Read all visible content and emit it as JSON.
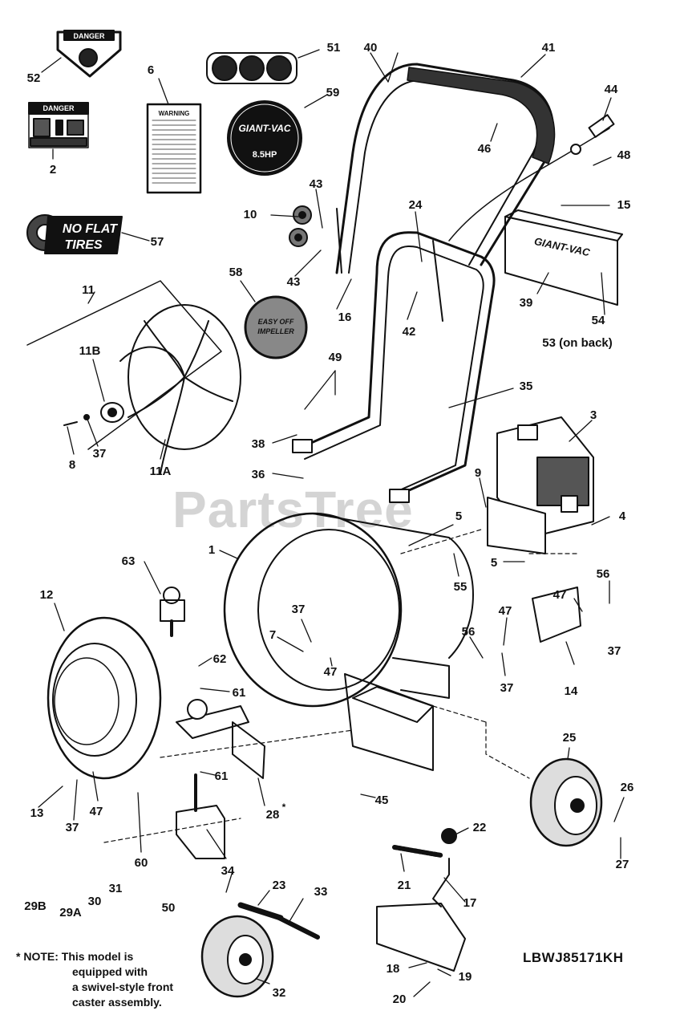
{
  "diagram": {
    "model_number": "LBWJ85171KH",
    "watermark": "PartsTree",
    "note": {
      "marker": "* NOTE:",
      "line1": "This model is",
      "line2": "equipped with",
      "line3": "a swivel-style front",
      "line4": "caster assembly."
    },
    "decals": {
      "danger_top": "DANGER",
      "danger_box": "DANGER",
      "warning": "WARNING",
      "giant_vac_round": "GIANT-VAC",
      "hp": "8.5HP",
      "no_flat_line1": "NO FLAT",
      "no_flat_line2": "TIRES",
      "easy_line1": "EASY OFF",
      "easy_line2": "IMPELLER",
      "giant_vac_guard": "GIANT-VAC"
    },
    "callouts": {
      "n1": "1",
      "n2": "2",
      "n3": "3",
      "n4": "4",
      "n5a": "5",
      "n5b": "5",
      "n6": "6",
      "n7": "7",
      "n8": "8",
      "n9": "9",
      "n10": "10",
      "n11": "11",
      "n11A": "11A",
      "n11B": "11B",
      "n12": "12",
      "n13": "13",
      "n14": "14",
      "n15": "15",
      "n16": "16",
      "n17": "17",
      "n18": "18",
      "n19": "19",
      "n20": "20",
      "n21": "21",
      "n22": "22",
      "n23": "23",
      "n24": "24",
      "n25": "25",
      "n26": "26",
      "n27": "27",
      "n28": "28",
      "n29A": "29A",
      "n29B": "29B",
      "n30": "30",
      "n31": "31",
      "n32": "32",
      "n33": "33",
      "n34": "34",
      "n35": "35",
      "n36": "36",
      "n37a": "37",
      "n37b": "37",
      "n37c": "37",
      "n37d": "37",
      "n37e": "37",
      "n38": "38",
      "n39": "39",
      "n40": "40",
      "n41": "41",
      "n42": "42",
      "n43a": "43",
      "n43b": "43",
      "n44": "44",
      "n45": "45",
      "n46": "46",
      "n47a": "47",
      "n47b": "47",
      "n47c": "47",
      "n47d": "47",
      "n48": "48",
      "n49": "49",
      "n50": "50",
      "n51": "51",
      "n52": "52",
      "n53": "53 (on back)",
      "n54": "54",
      "n55": "55",
      "n56a": "56",
      "n56b": "56",
      "n57": "57",
      "n58": "58",
      "n59": "59",
      "n60": "60",
      "n61a": "61",
      "n61b": "61",
      "n62": "62",
      "n63": "63"
    }
  }
}
